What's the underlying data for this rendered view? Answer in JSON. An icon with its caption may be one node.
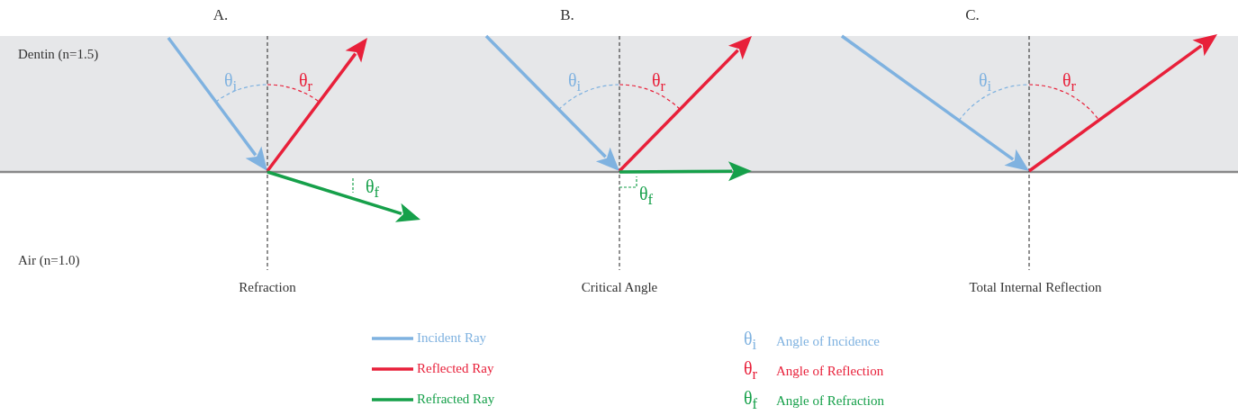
{
  "diagram": {
    "nodes": [
      {
        "text": [
          "Dentin (n=1.5)"
        ]
      }
    ],
    "labels": [
      "A.",
      "B.",
      "C.",
      "θ$_{i}$",
      "θ$_{r}$",
      "θ$_{f}$",
      "θ$_{i}$",
      "θ$_{r}$",
      "θ$_{f}$",
      "θ$_{i}$",
      "θ$_{r}$",
      "Air (n=1.0)",
      "Refraction",
      "Critical Angle",
      "Total Internal Reflection",
      "θ$_{i}$",
      "θ$_{r}$",
      "θ$_{f}$"
    ],
    "legend": [
      {
        "text": "Incident Ray"
      },
      {
        "text": "Reflected Ray"
      },
      {
        "text": "Refracted Ray"
      },
      {
        "text": "Angle of Incidence"
      },
      {
        "text": "Angle of Reflection"
      },
      {
        "text": "Angle of Refraction"
      }
    ]
  }
}
